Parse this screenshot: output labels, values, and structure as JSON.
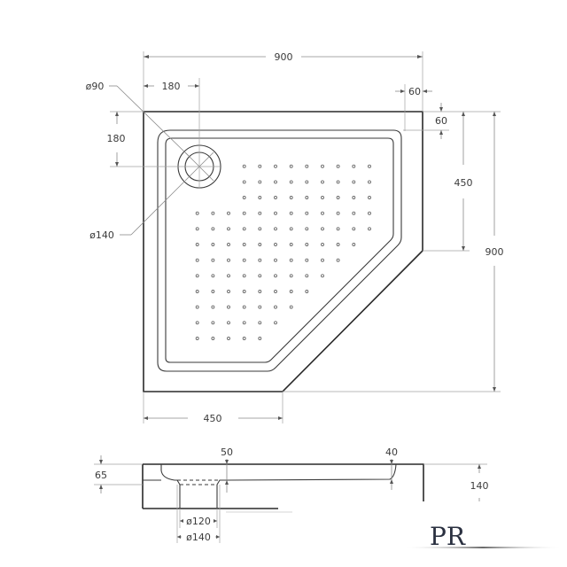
{
  "drawing": {
    "title": "Pentagonal shower tray technical drawing",
    "colors": {
      "line": "#2a2a2a",
      "dimension": "#8a8a8a",
      "text": "#3a3a3a",
      "background": "#ffffff"
    }
  },
  "plan_view": {
    "dimensions": {
      "overall_width": "900",
      "overall_depth": "900",
      "drain_offset_x": "180",
      "drain_offset_y": "180",
      "drain_inner_diameter": "ø90",
      "drain_outer_diameter": "ø140",
      "rim_top": "60",
      "rim_side": "60",
      "straight_side": "450",
      "front_straight": "450"
    }
  },
  "section_view": {
    "dimensions": {
      "drain_recess_depth": "65",
      "rim_thickness_left": "50",
      "rim_thickness_right": "40",
      "total_height": "140",
      "drain_bore": "ø120",
      "drain_flange": "ø140"
    }
  },
  "logo": {
    "text": "PR"
  }
}
